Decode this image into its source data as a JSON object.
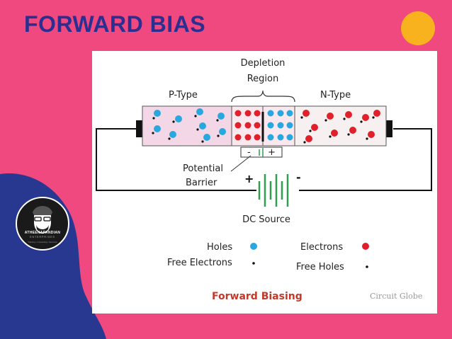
{
  "slide": {
    "title": "FORWARD BIAS",
    "logo": {
      "name": "ATHEENAPANDIAN",
      "sub": "ENTERPRISES",
      "tag": "Training • Consulting • Services"
    }
  },
  "diagram": {
    "depletion_label": [
      "Depletion",
      "Region"
    ],
    "p_type_label": "P-Type",
    "n_type_label": "N-Type",
    "barrier_label": [
      "Potential",
      "Barrier"
    ],
    "barrier_minus": "-",
    "barrier_plus": "+",
    "source_plus": "+",
    "source_minus": "-",
    "source_label": "DC  Source",
    "legend": {
      "holes": "Holes",
      "free_electrons": "Free Electrons",
      "electrons": "Electrons",
      "free_holes": "Free Holes"
    },
    "caption": "Forward Biasing",
    "watermark": "Circuit Globe",
    "colors": {
      "hole": "#29a8e0",
      "electron": "#e0202a",
      "p_region": "#f4d7e6",
      "n_region": "#f6f0f0",
      "battery": "#2f9e4f"
    }
  }
}
